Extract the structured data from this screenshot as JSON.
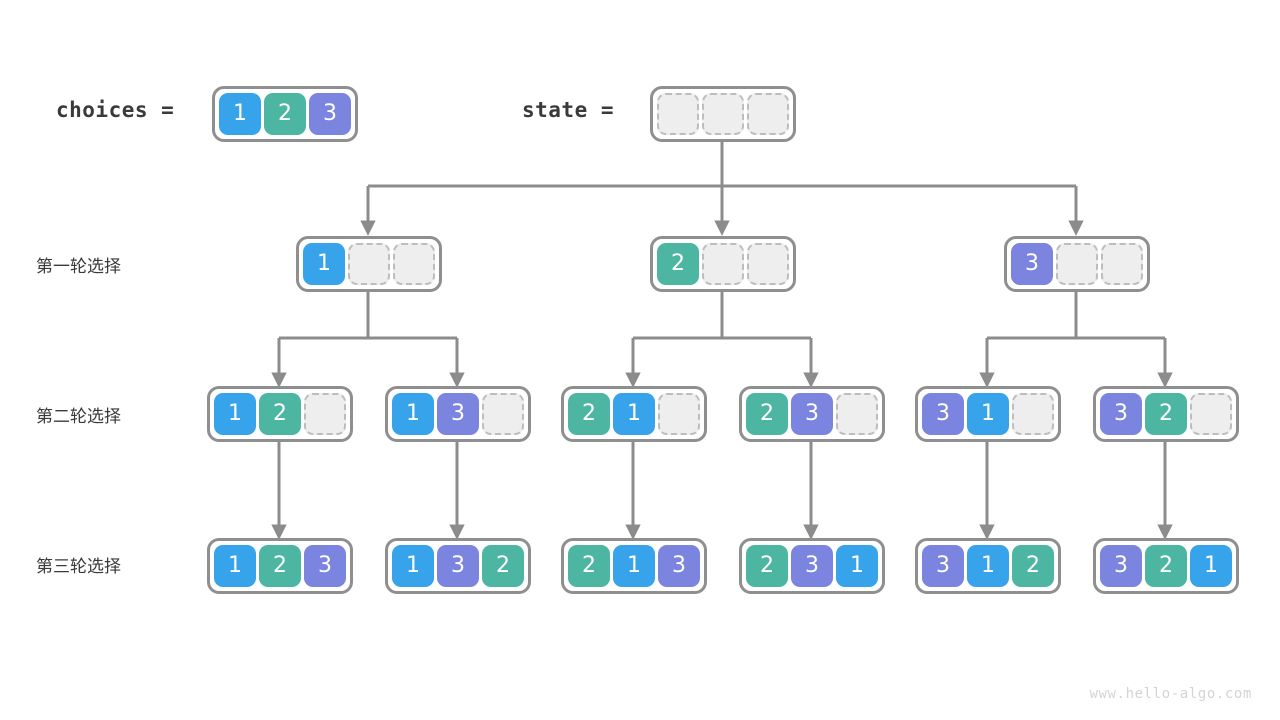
{
  "header": {
    "choices_label": "choices =",
    "choices_values": [
      "1",
      "2",
      "3"
    ],
    "state_label": "state =",
    "state_values": [
      "",
      "",
      ""
    ]
  },
  "rows": [
    {
      "label": "第一轮选择",
      "nodes": [
        {
          "values": [
            "1",
            "",
            ""
          ]
        },
        {
          "values": [
            "2",
            "",
            ""
          ]
        },
        {
          "values": [
            "3",
            "",
            ""
          ]
        }
      ]
    },
    {
      "label": "第二轮选择",
      "nodes": [
        {
          "values": [
            "1",
            "2",
            ""
          ]
        },
        {
          "values": [
            "1",
            "3",
            ""
          ]
        },
        {
          "values": [
            "2",
            "1",
            ""
          ]
        },
        {
          "values": [
            "2",
            "3",
            ""
          ]
        },
        {
          "values": [
            "3",
            "1",
            ""
          ]
        },
        {
          "values": [
            "3",
            "2",
            ""
          ]
        }
      ]
    },
    {
      "label": "第三轮选择",
      "nodes": [
        {
          "values": [
            "1",
            "2",
            "3"
          ]
        },
        {
          "values": [
            "1",
            "3",
            "2"
          ]
        },
        {
          "values": [
            "2",
            "1",
            "3"
          ]
        },
        {
          "values": [
            "2",
            "3",
            "1"
          ]
        },
        {
          "values": [
            "3",
            "1",
            "2"
          ]
        },
        {
          "values": [
            "3",
            "2",
            "1"
          ]
        }
      ]
    }
  ],
  "watermark": "www.hello-algo.com",
  "colors": {
    "value_1": "#36a3eb",
    "value_2": "#4cb6a2",
    "value_3": "#7b85e0",
    "empty_cell": "#eeeeee",
    "empty_border": "#bdbdbd",
    "node_border": "#8f8f8f",
    "connector": "#8c8c8c",
    "text": "#3a3a3a",
    "watermark": "#d4d4d4"
  }
}
